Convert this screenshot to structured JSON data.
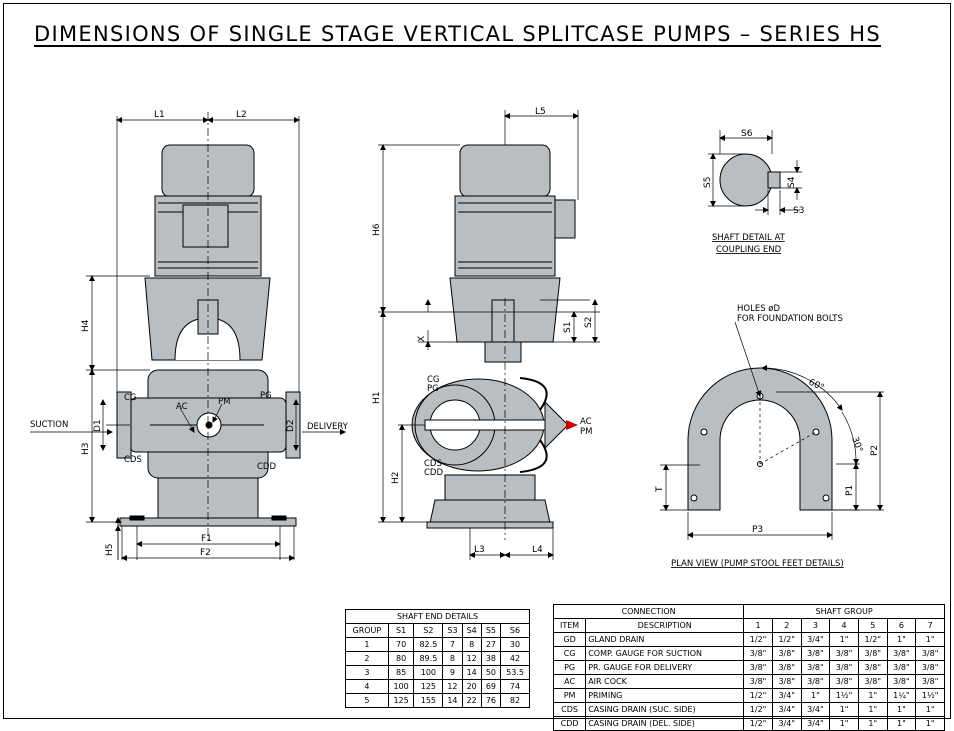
{
  "title": "DIMENSIONS OF SINGLE STAGE VERTICAL SPLITCASE PUMPS – SERIES HS",
  "front_view": {
    "dims": {
      "L1": "L1",
      "L2": "L2",
      "H4": "H4",
      "H3": "H3",
      "H5": "H5",
      "F1": "F1",
      "F2": "F2",
      "D1": "D1",
      "D2": "D2"
    },
    "labels": {
      "suction": "SUCTION",
      "delivery": "DELIVERY",
      "CG": "CG",
      "AC": "AC",
      "PM": "PM",
      "PG": "PG",
      "CDS": "CDS",
      "CDD": "CDD"
    }
  },
  "side_view": {
    "dims": {
      "L5": "L5",
      "H6": "H6",
      "H1": "H1",
      "H2": "H2",
      "X": "X",
      "S1": "S1",
      "S2": "S2",
      "L3": "L3",
      "L4": "L4"
    },
    "labels": {
      "CG": "CG",
      "PG": "PG",
      "CDS": "CDS",
      "CDD": "CDD",
      "AC": "AC",
      "PM": "PM"
    }
  },
  "shaft_detail": {
    "dims": {
      "S6": "S6",
      "S5": "S5",
      "S4": "S4",
      "S3": "S3"
    },
    "caption_line1": "SHAFT DETAIL AT",
    "caption_line2": "COUPLING END"
  },
  "plan_view": {
    "holes_line1": "HOLES øD",
    "holes_line2": "FOR FOUNDATION BOLTS",
    "angle1": "60°",
    "angle2": "30°",
    "dims": {
      "P1": "P1",
      "P2": "P2",
      "P3": "P3",
      "T": "T"
    },
    "caption": "PLAN VIEW (PUMP STOOL  FEET DETAILS)"
  },
  "shaft_end_table": {
    "title": "SHAFT END DETAILS",
    "headers": [
      "GROUP",
      "S1",
      "S2",
      "S3",
      "S4",
      "S5",
      "S6"
    ],
    "rows": [
      [
        "1",
        "70",
        "82.5",
        "7",
        "8",
        "27",
        "30"
      ],
      [
        "2",
        "80",
        "89.5",
        "8",
        "12",
        "38",
        "42"
      ],
      [
        "3",
        "85",
        "100",
        "9",
        "14",
        "50",
        "53.5"
      ],
      [
        "4",
        "100",
        "125",
        "12",
        "20",
        "69",
        "74"
      ],
      [
        "5",
        "125",
        "155",
        "14",
        "22",
        "76",
        "82"
      ]
    ]
  },
  "connection_table": {
    "connection_title": "CONNECTION",
    "shaft_group_title": "SHAFT GROUP",
    "item_header": "ITEM",
    "desc_header": "DESCRIPTION",
    "groups": [
      "1",
      "2",
      "3",
      "4",
      "5",
      "6",
      "7"
    ],
    "rows": [
      {
        "item": "GD",
        "desc": "GLAND DRAIN",
        "values": [
          "1/2\"",
          "1/2\"",
          "3/4\"",
          "1\"",
          "1/2\"",
          "1\"",
          "1\""
        ]
      },
      {
        "item": "CG",
        "desc": "COMP. GAUGE FOR SUCTION",
        "values": [
          "3/8\"",
          "3/8\"",
          "3/8\"",
          "3/8\"",
          "3/8\"",
          "3/8\"",
          "3/8\""
        ]
      },
      {
        "item": "PG",
        "desc": "PR. GAUGE FOR DELIVERY",
        "values": [
          "3/8\"",
          "3/8\"",
          "3/8\"",
          "3/8\"",
          "3/8\"",
          "3/8\"",
          "3/8\""
        ]
      },
      {
        "item": "AC",
        "desc": "AIR COCK",
        "values": [
          "3/8\"",
          "3/8\"",
          "3/8\"",
          "3/8\"",
          "3/8\"",
          "3/8\"",
          "3/8\""
        ]
      },
      {
        "item": "PM",
        "desc": "PRIMING",
        "values": [
          "1/2\"",
          "3/4\"",
          "1\"",
          "1½\"",
          "1\"",
          "1¼\"",
          "1½\""
        ]
      },
      {
        "item": "CDS",
        "desc": "CASING DRAIN (SUC. SIDE)",
        "values": [
          "1/2\"",
          "3/4\"",
          "3/4\"",
          "1\"",
          "1\"",
          "1\"",
          "1\""
        ]
      },
      {
        "item": "CDD",
        "desc": "CASING DRAIN (DEL. SIDE)",
        "values": [
          "1/2\"",
          "3/4\"",
          "3/4\"",
          "1\"",
          "1\"",
          "1\"",
          "1\""
        ]
      }
    ]
  },
  "colors": {
    "body": "#b8bec2",
    "outline": "#000000",
    "arrow": "#d40000"
  }
}
